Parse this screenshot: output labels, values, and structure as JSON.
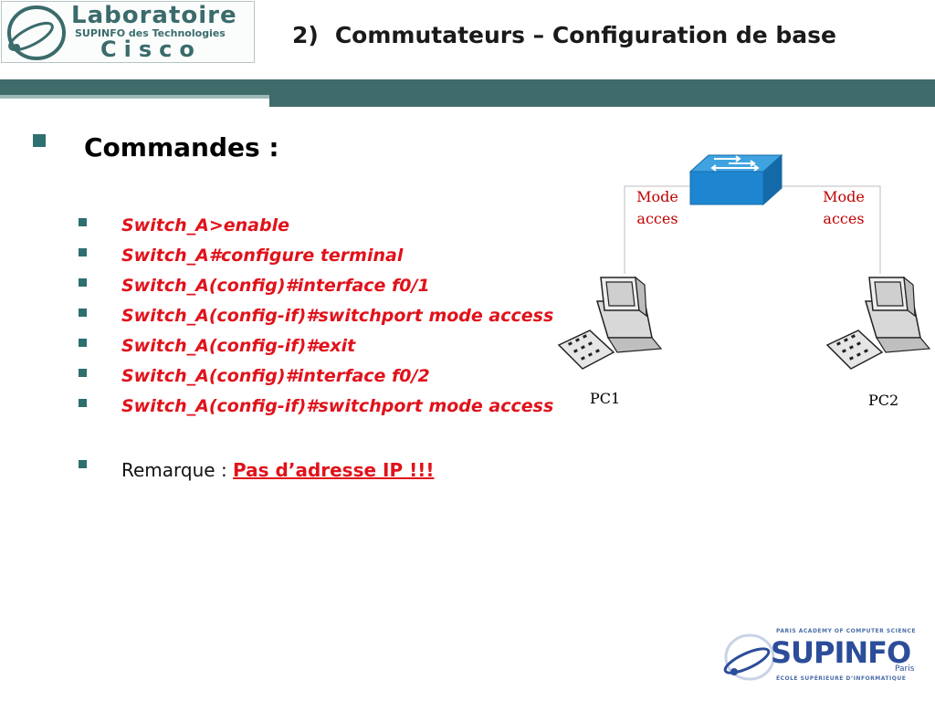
{
  "header": {
    "logo": {
      "line1": "Laboratoire",
      "line2": "SUPINFO des Technologies",
      "line3": "Cisco"
    },
    "title_number": "2)",
    "title_text": "Commutateurs – Configuration de base"
  },
  "main": {
    "heading": "Commandes :",
    "commands": [
      "Switch_A>enable",
      "Switch_A#configure terminal",
      "Switch_A(config)#interface f0/1",
      "Switch_A(config-if)#switchport mode access",
      "Switch_A(config-if)#exit",
      "Switch_A(config)#interface f0/2",
      "Switch_A(config-if)#switchport mode access"
    ],
    "remark_label": "Remarque : ",
    "remark_value": "Pas d’adresse IP !!!"
  },
  "diagram": {
    "left_link_label_line1": "Mode",
    "left_link_label_line2": "acces",
    "right_link_label_line1": "Mode",
    "right_link_label_line2": "acces",
    "pc_left": "PC1",
    "pc_right": "PC2"
  },
  "footer": {
    "tagline_top": "PARIS ACADEMY OF COMPUTER SCIENCE",
    "brand": "SUPINFO",
    "city": "Paris",
    "tagline_bottom": "ÉCOLE SUPÉRIEURE D’INFORMATIQUE"
  },
  "colors": {
    "accent_teal": "#3f6b6b",
    "command_red": "#e0121b",
    "label_red": "#c00000",
    "brand_blue": "#2b4d9a"
  },
  "icons": [
    "globe-ring-icon",
    "switch-icon",
    "computer-icon",
    "supinfo-swoosh-icon"
  ]
}
